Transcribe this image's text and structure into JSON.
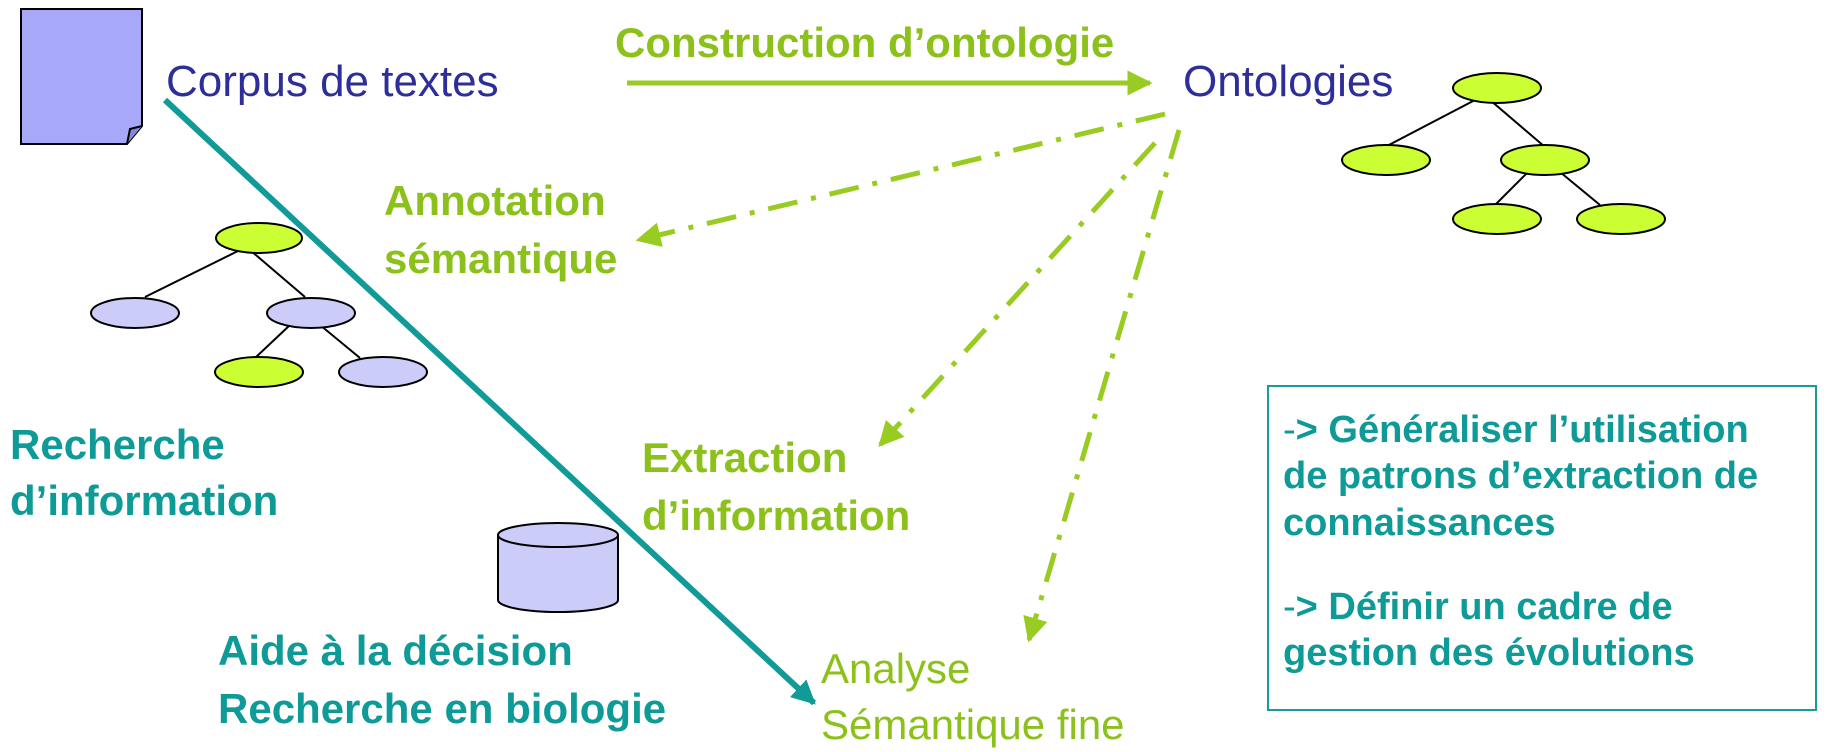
{
  "nodes": {
    "corpus": "Corpus de textes",
    "ontologies": "Ontologies",
    "construction": "Construction d’ontologie",
    "annotation": [
      "Annotation",
      "sémantique"
    ],
    "recherche_info": [
      "Recherche",
      "d’information"
    ],
    "extraction": [
      "Extraction",
      "d’information"
    ],
    "aide": [
      "Aide à la décision",
      "Recherche en biologie"
    ],
    "analyse": [
      "Analyse",
      "Sémantique fine"
    ]
  },
  "box": {
    "line1_prefix": "-",
    "line1": "> Généraliser l’utilisation de patrons d’extraction de connaissances",
    "line2_prefix": "-",
    "line2": "> Définir un cadre de gestion des évolutions"
  },
  "icons": [
    "document-icon",
    "tree-icon",
    "database-icon"
  ],
  "colors": {
    "navy": "#2e2e9a",
    "lime": "#8cc11c",
    "teal": "#0e9a97",
    "lavender": "#a8a8f8",
    "light_lavender": "#ccccf8",
    "lime_fill": "#ccff33"
  }
}
